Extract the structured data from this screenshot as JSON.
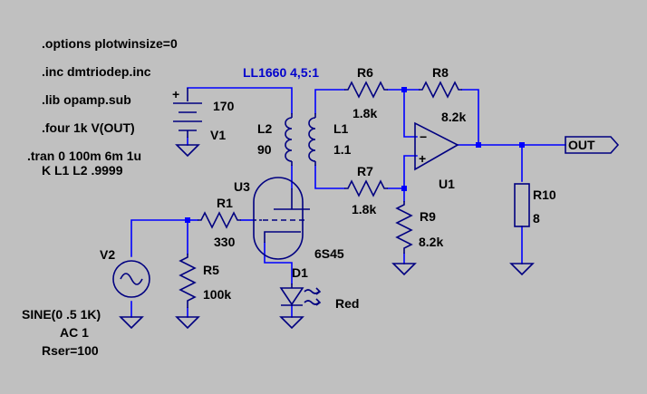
{
  "directives": [
    ".options plotwinsize=0",
    ".inc dmtriodep.inc",
    ".lib opamp.sub",
    ".four 1k V(OUT)",
    ".tran 0 100m 6m 1u",
    "K L1 L2 .9999"
  ],
  "transformer_label": "LL1660 4,5:1",
  "components": {
    "V1": {
      "name": "V1",
      "value": "170",
      "plus": "+"
    },
    "L2": {
      "name": "L2",
      "value": "90"
    },
    "L1": {
      "name": "L1",
      "value": "1.1"
    },
    "R6": {
      "name": "R6",
      "value": "1.8k"
    },
    "R7": {
      "name": "R7",
      "value": "1.8k"
    },
    "R8": {
      "name": "R8",
      "value": "8.2k"
    },
    "R9": {
      "name": "R9",
      "value": "8.2k"
    },
    "R10": {
      "name": "R10",
      "value": "8"
    },
    "U1": {
      "name": "U1",
      "minus": "−",
      "plus": "+"
    },
    "R1": {
      "name": "R1",
      "value": "330"
    },
    "U3": {
      "name": "U3",
      "value": "6S45"
    },
    "R5": {
      "name": "R5",
      "value": "100k"
    },
    "D1": {
      "name": "D1",
      "value": "Red"
    },
    "V2": {
      "name": "V2",
      "spec": [
        "SINE(0 .5 1K)",
        "AC 1",
        "Rser=100"
      ]
    }
  },
  "net_labels": {
    "out": "OUT"
  },
  "colors": {
    "background": "#c0c0c0",
    "wire": "#0000ff",
    "component": "#000080",
    "text": "#000000",
    "accent_text": "#0000cc"
  }
}
